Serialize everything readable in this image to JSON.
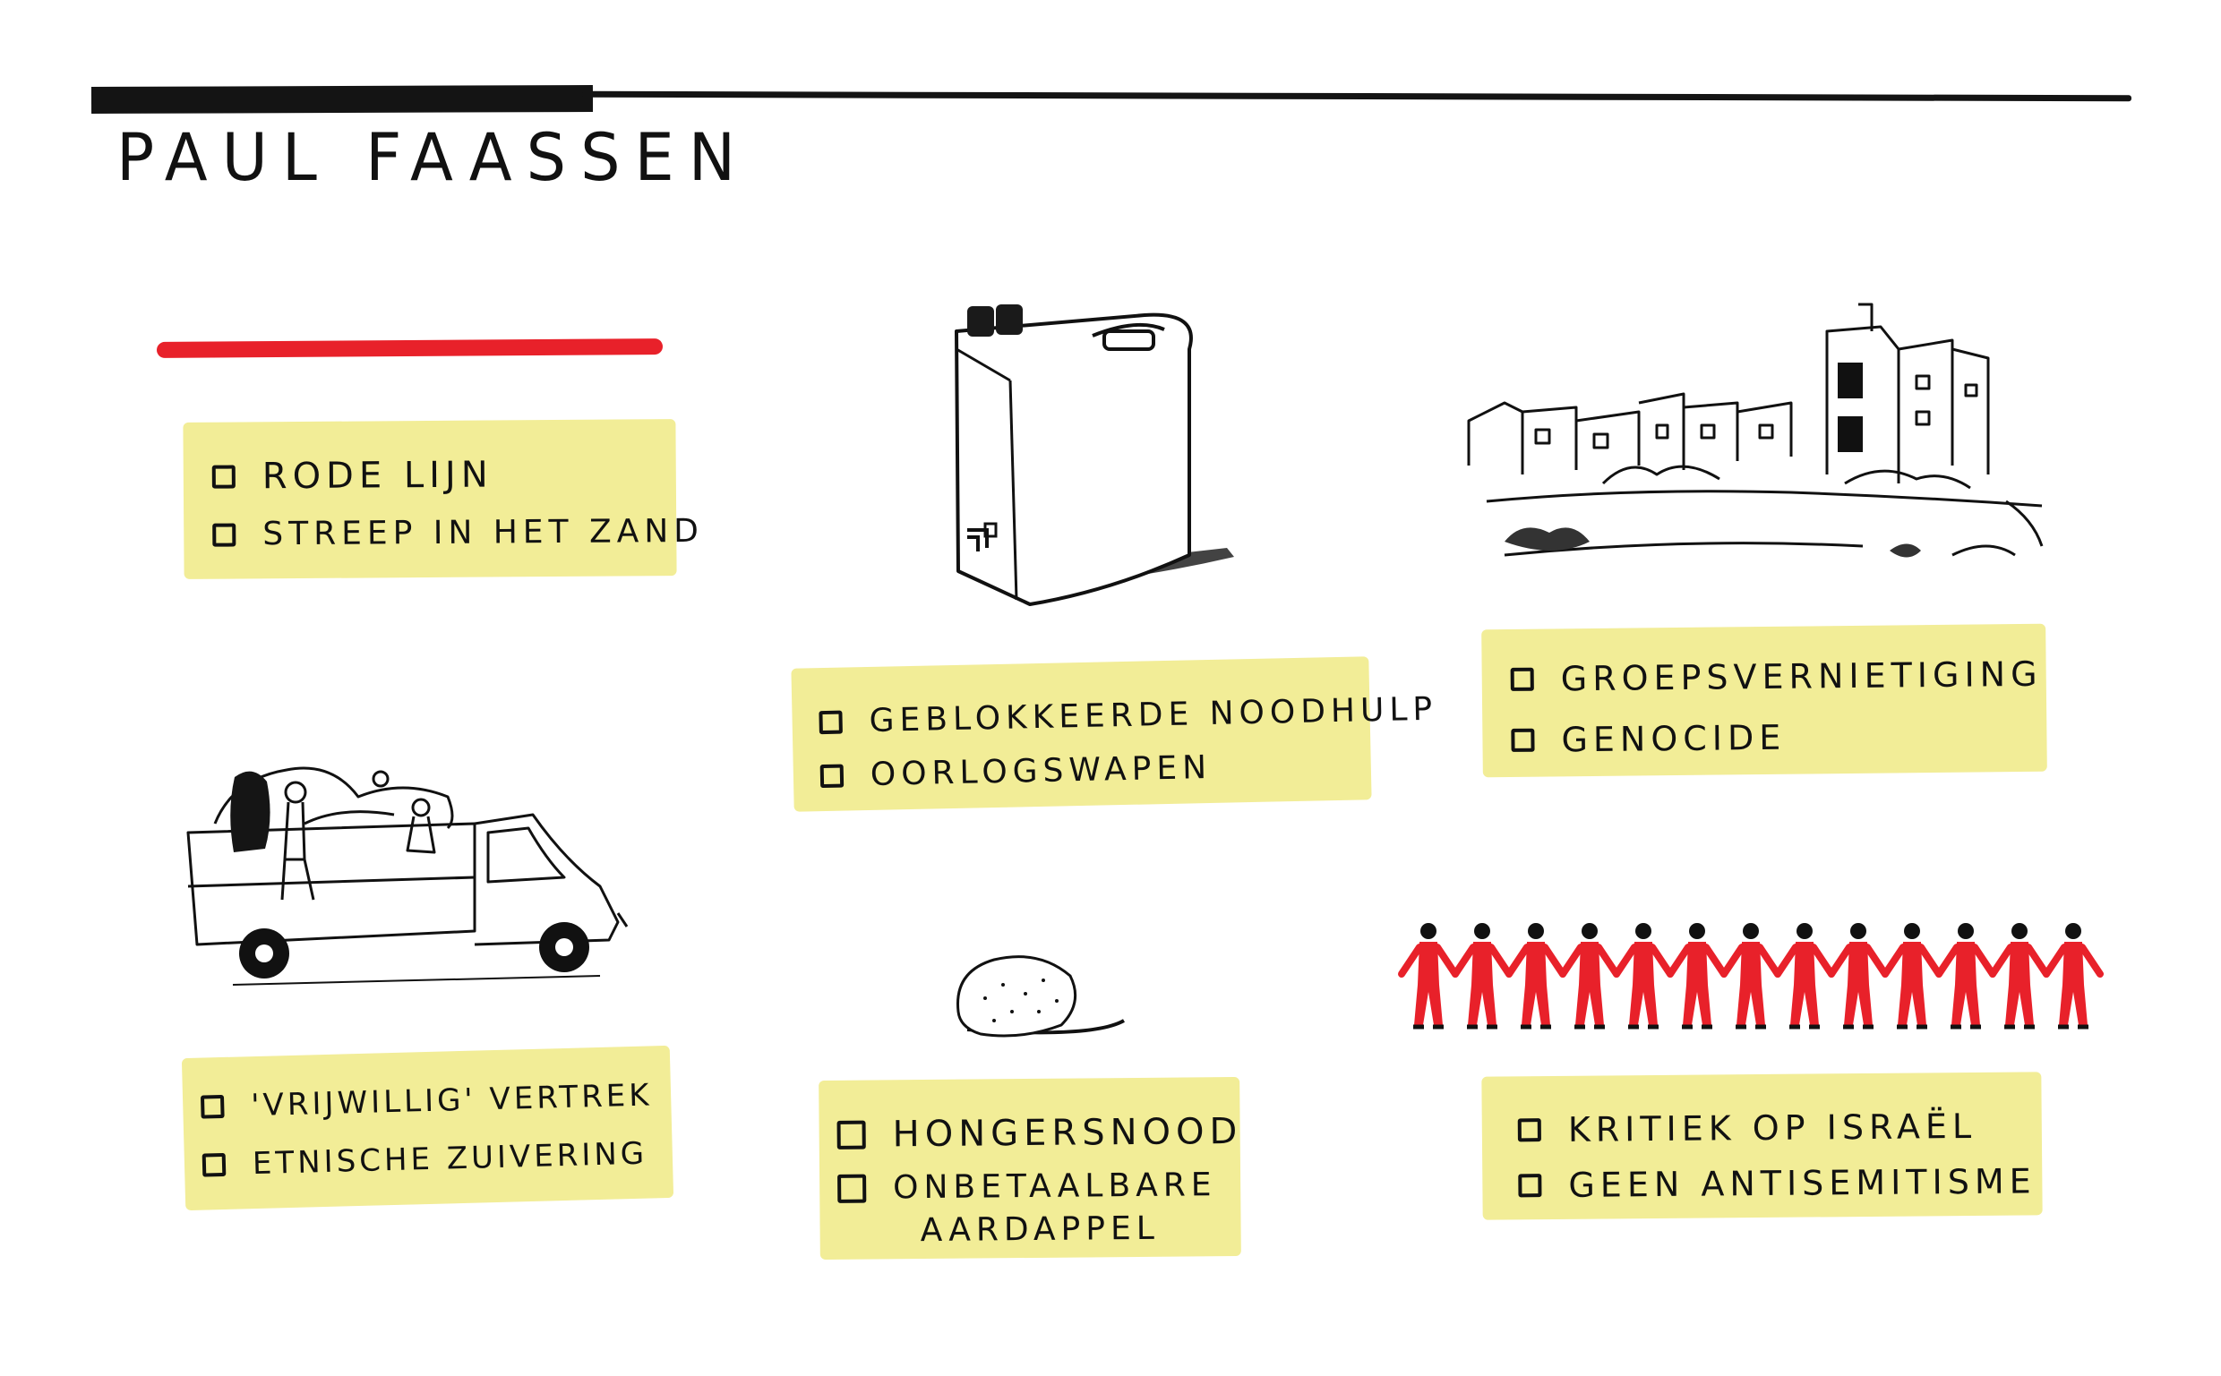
{
  "header": {
    "author": "PAUL FAASSEN"
  },
  "colors": {
    "highlight": "#f2ed97",
    "accent_red": "#e8212a",
    "ink": "#111111"
  },
  "panels": {
    "red_line": {
      "illustration": "red-line",
      "items": [
        "RODE LIJN",
        "STREEP IN HET ZAND"
      ]
    },
    "jerrycan": {
      "illustration": "jerrycan",
      "items": [
        "GEBLOKKEERDE NOODHULP",
        "OORLOGSWAPEN"
      ]
    },
    "ruins": {
      "illustration": "destroyed-buildings",
      "items": [
        "GROEPSVERNIETIGING",
        "GENOCIDE"
      ]
    },
    "truck": {
      "illustration": "loaded-truck",
      "items": [
        "'VRIJWILLIG' VERTREK",
        "ETNISCHE ZUIVERING"
      ]
    },
    "potato": {
      "illustration": "potato",
      "items": [
        "HONGERSNOOD",
        "ONBETAALBARE",
        "AARDAPPEL"
      ]
    },
    "chain": {
      "illustration": "red-human-chain",
      "items": [
        "KRITIEK OP ISRAËL",
        "GEEN ANTISEMITISME"
      ]
    }
  }
}
